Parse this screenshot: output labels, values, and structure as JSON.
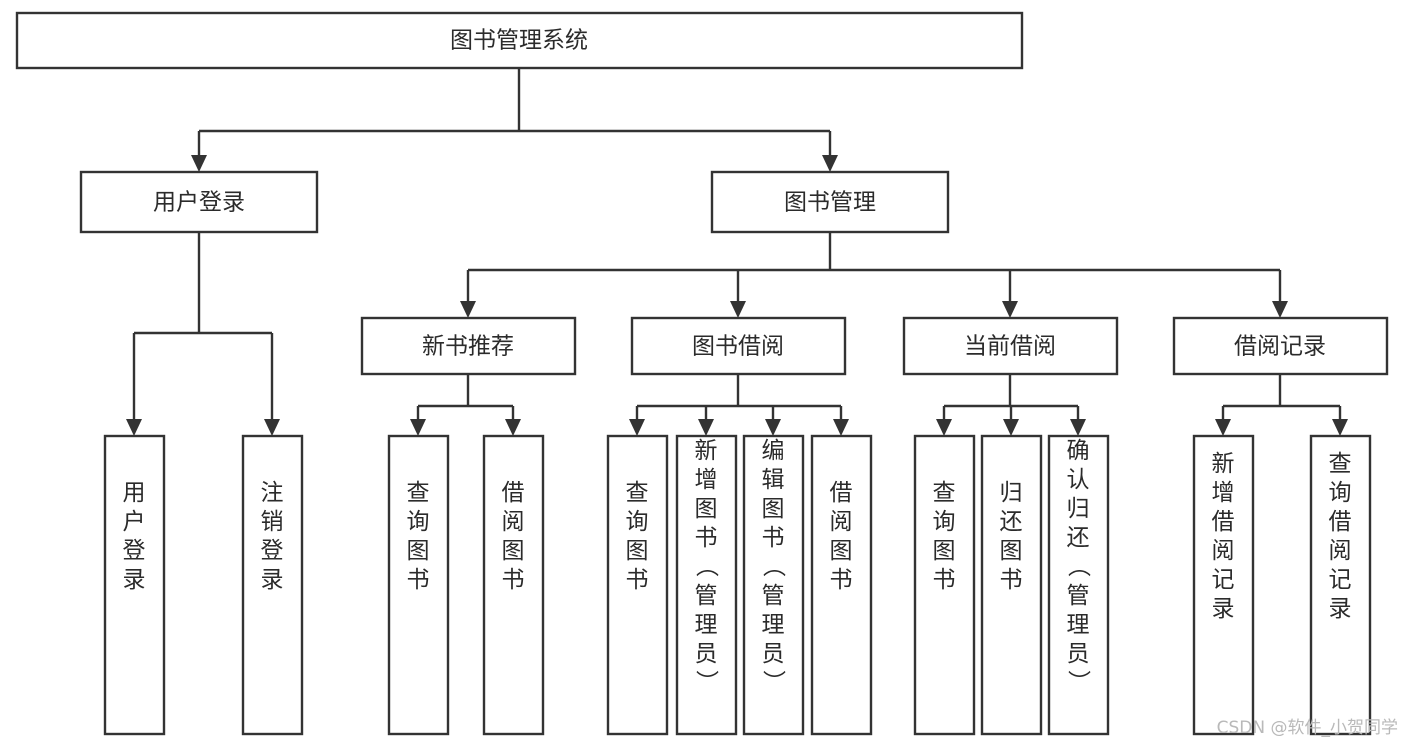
{
  "diagram": {
    "type": "tree",
    "title": "图书管理系统",
    "root": {
      "label": "图书管理系统"
    },
    "level2": [
      {
        "label": "用户登录"
      },
      {
        "label": "图书管理"
      }
    ],
    "level3": [
      {
        "label": "新书推荐"
      },
      {
        "label": "图书借阅"
      },
      {
        "label": "当前借阅"
      },
      {
        "label": "借阅记录"
      }
    ],
    "leaves_user_login": [
      {
        "label": "用户登录"
      },
      {
        "label": "注销登录"
      }
    ],
    "leaves_new_book": [
      {
        "label": "查询图书"
      },
      {
        "label": "借阅图书"
      }
    ],
    "leaves_borrow": [
      {
        "label": "查询图书"
      },
      {
        "label": "新增图书（管理员）"
      },
      {
        "label": "编辑图书（管理员）"
      },
      {
        "label": "借阅图书"
      }
    ],
    "leaves_current": [
      {
        "label": "查询图书"
      },
      {
        "label": "归还图书"
      },
      {
        "label": "确认归还（管理员）"
      }
    ],
    "leaves_records": [
      {
        "label": "新增借阅记录"
      },
      {
        "label": "查询借阅记录"
      }
    ]
  },
  "watermark": {
    "text": "CSDN @软件_小贺同学"
  },
  "colors": {
    "box_stroke": "#333333",
    "box_fill": "#ffffff",
    "text": "#2b2b2b",
    "watermark": "#b9b9b9",
    "background": "#ffffff"
  }
}
